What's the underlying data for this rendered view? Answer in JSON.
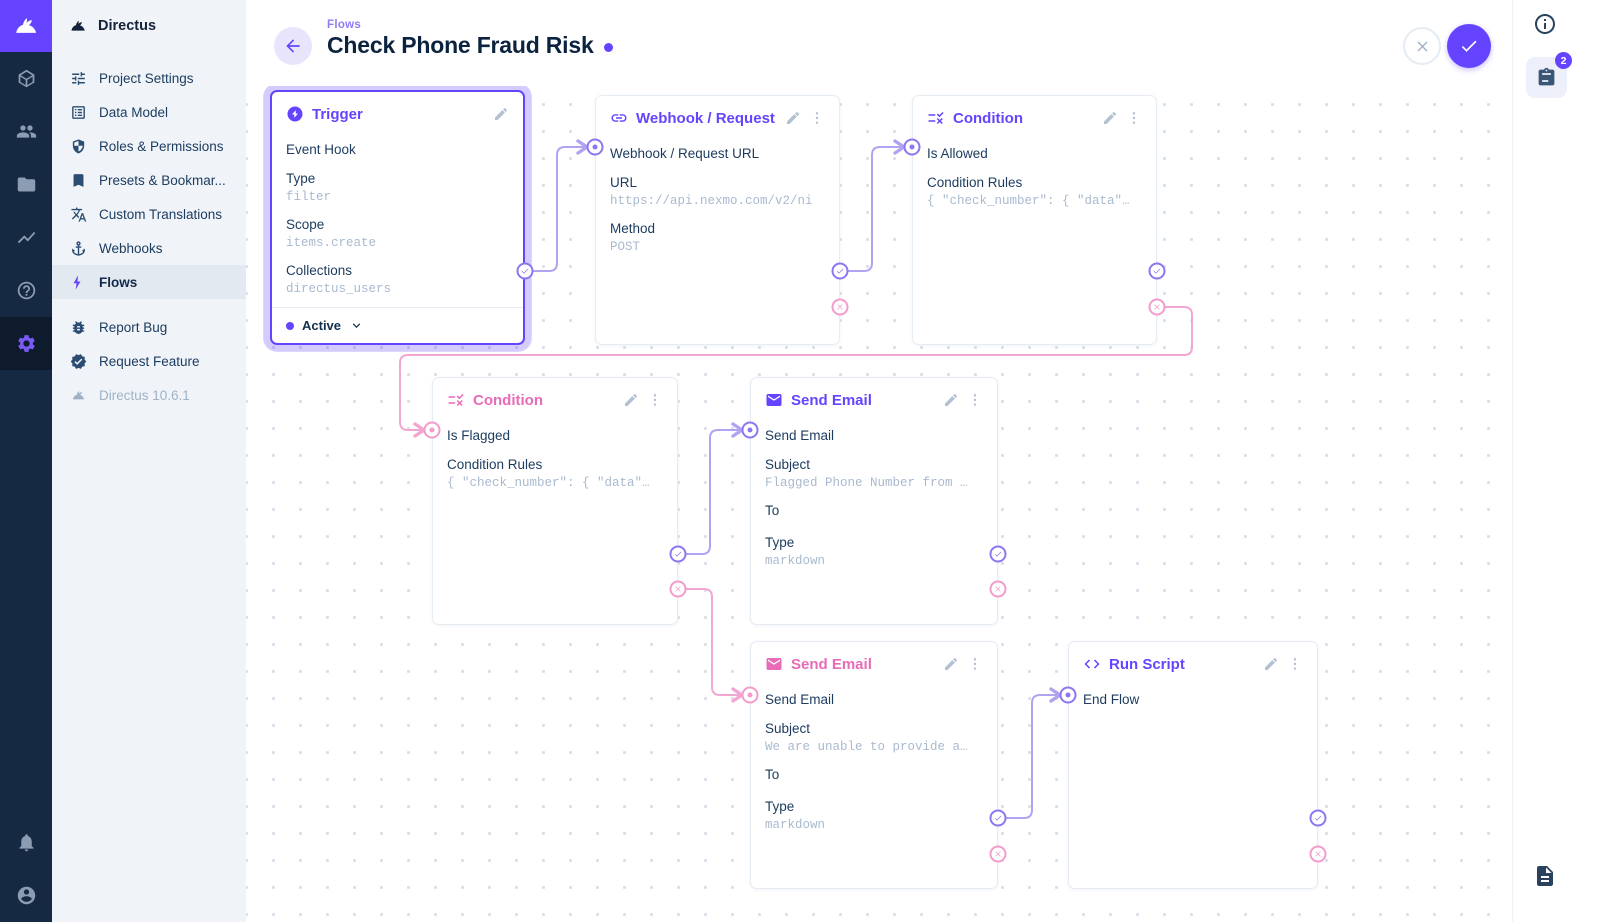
{
  "colors": {
    "accent": "#6644ff",
    "pink": "#e86bb8",
    "line_purple": "#b2a3f2",
    "line_pink": "#f2a7d2"
  },
  "module_bar": {
    "modules": [
      "content",
      "users",
      "files",
      "insights",
      "help",
      "settings"
    ],
    "bottom": [
      "notifications",
      "account"
    ]
  },
  "sidebar": {
    "title": "Directus",
    "items": [
      {
        "label": "Project Settings"
      },
      {
        "label": "Data Model"
      },
      {
        "label": "Roles & Permissions"
      },
      {
        "label": "Presets & Bookmar..."
      },
      {
        "label": "Custom Translations"
      },
      {
        "label": "Webhooks"
      },
      {
        "label": "Flows"
      },
      {
        "label": "Report Bug"
      },
      {
        "label": "Request Feature"
      }
    ],
    "version": "Directus 10.6.1"
  },
  "header": {
    "breadcrumb": "Flows",
    "title": "Check Phone Fraud Risk"
  },
  "right_bar": {
    "notification_count": "2"
  },
  "flow": {
    "trigger": {
      "title": "Trigger",
      "line1": "Event Hook",
      "fields": [
        {
          "label": "Type",
          "value": "filter"
        },
        {
          "label": "Scope",
          "value": "items.create"
        },
        {
          "label": "Collections",
          "value": "directus_users"
        }
      ],
      "status": "Active"
    },
    "webhook": {
      "title": "Webhook / Request URL",
      "line1": "Webhook / Request URL",
      "fields": [
        {
          "label": "URL",
          "value": "https://api.nexmo.com/v2/ni"
        },
        {
          "label": "Method",
          "value": "POST"
        }
      ]
    },
    "condition_allowed": {
      "title": "Condition",
      "line1": "Is Allowed",
      "fields": [
        {
          "label": "Condition Rules",
          "value": "{ \"check_number\": { \"data\"…"
        }
      ]
    },
    "condition_flagged": {
      "title": "Condition",
      "line1": "Is Flagged",
      "tone": "pink",
      "fields": [
        {
          "label": "Condition Rules",
          "value": "{ \"check_number\": { \"data\"…"
        }
      ]
    },
    "email_flagged": {
      "title": "Send Email",
      "line1": "Send Email",
      "fields": [
        {
          "label": "Subject",
          "value": "Flagged Phone Number from …"
        },
        {
          "label": "To",
          "value": ""
        },
        {
          "label": "Type",
          "value": "markdown"
        }
      ]
    },
    "email_unable": {
      "title": "Send Email",
      "line1": "Send Email",
      "tone": "pink",
      "fields": [
        {
          "label": "Subject",
          "value": "We are unable to provide a…"
        },
        {
          "label": "To",
          "value": ""
        },
        {
          "label": "Type",
          "value": "markdown"
        }
      ]
    },
    "run_script": {
      "title": "Run Script",
      "line1": "End Flow"
    }
  }
}
